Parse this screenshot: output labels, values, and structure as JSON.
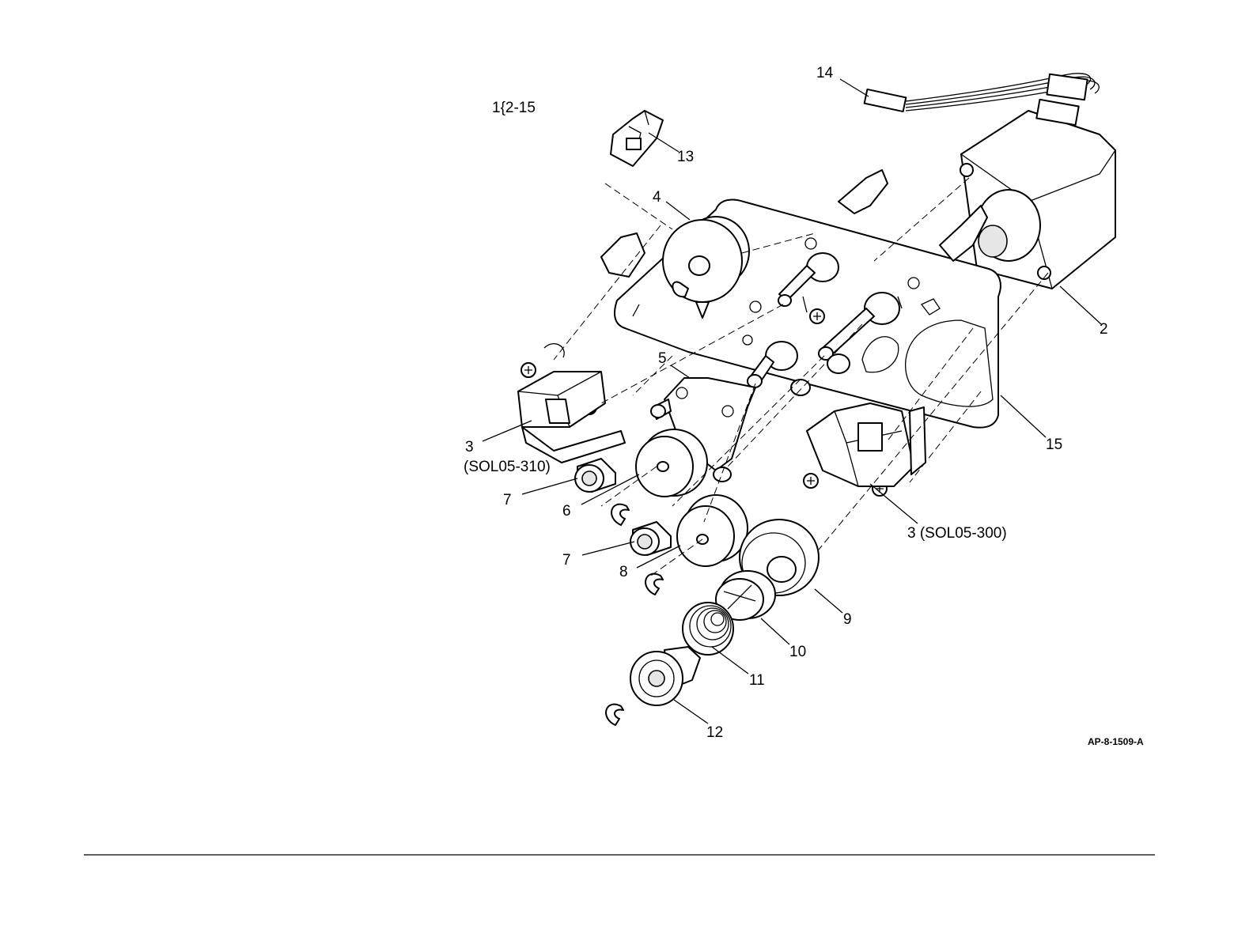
{
  "figure": {
    "group_label": "1{2-15",
    "reference_code": "AP-8-1509-A",
    "callouts": [
      {
        "id": "14",
        "text": "14"
      },
      {
        "id": "13",
        "text": "13"
      },
      {
        "id": "4",
        "text": "4"
      },
      {
        "id": "2",
        "text": "2"
      },
      {
        "id": "5",
        "text": "5"
      },
      {
        "id": "3a",
        "text": "3"
      },
      {
        "id": "3a-sub",
        "text": "(SOL05-310)"
      },
      {
        "id": "7a",
        "text": "7"
      },
      {
        "id": "6",
        "text": "6"
      },
      {
        "id": "15",
        "text": "15"
      },
      {
        "id": "3b",
        "text": "3 (SOL05-300)"
      },
      {
        "id": "7b",
        "text": "7"
      },
      {
        "id": "8",
        "text": "8"
      },
      {
        "id": "9",
        "text": "9"
      },
      {
        "id": "10",
        "text": "10"
      },
      {
        "id": "11",
        "text": "11"
      },
      {
        "id": "12",
        "text": "12"
      }
    ]
  }
}
